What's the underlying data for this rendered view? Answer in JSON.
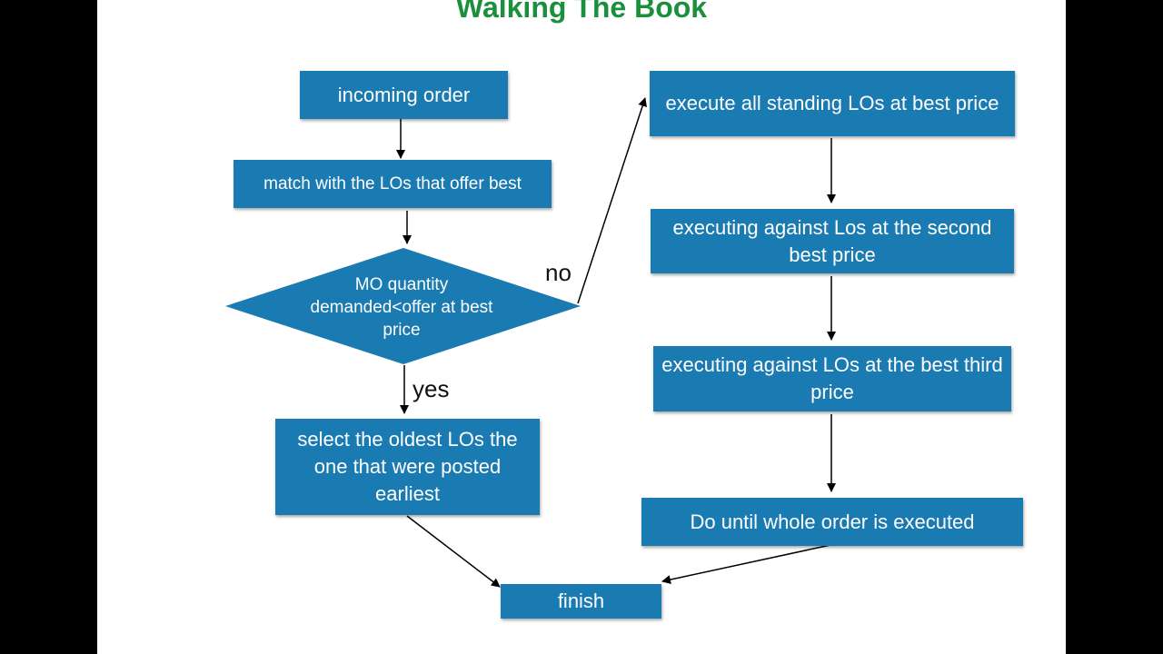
{
  "title": "Walking The Book",
  "nodes": {
    "incoming_order": "incoming order",
    "match_best": "match with the LOs that offer best",
    "decision": "MO quantity demanded<offer at best price",
    "select_oldest": "select the oldest LOs the one that were posted earliest",
    "execute_all": "execute all standing LOs at best price",
    "second_best": "executing against Los at the second best price",
    "third_best": "executing against LOs at the best third price",
    "do_until": "Do until whole order is executed",
    "finish": "finish"
  },
  "edge_labels": {
    "no": "no",
    "yes": "yes"
  },
  "colors": {
    "box": "#1a7ab2",
    "title": "#1a8f3c",
    "background": "#ffffff",
    "frame": "#000000"
  }
}
